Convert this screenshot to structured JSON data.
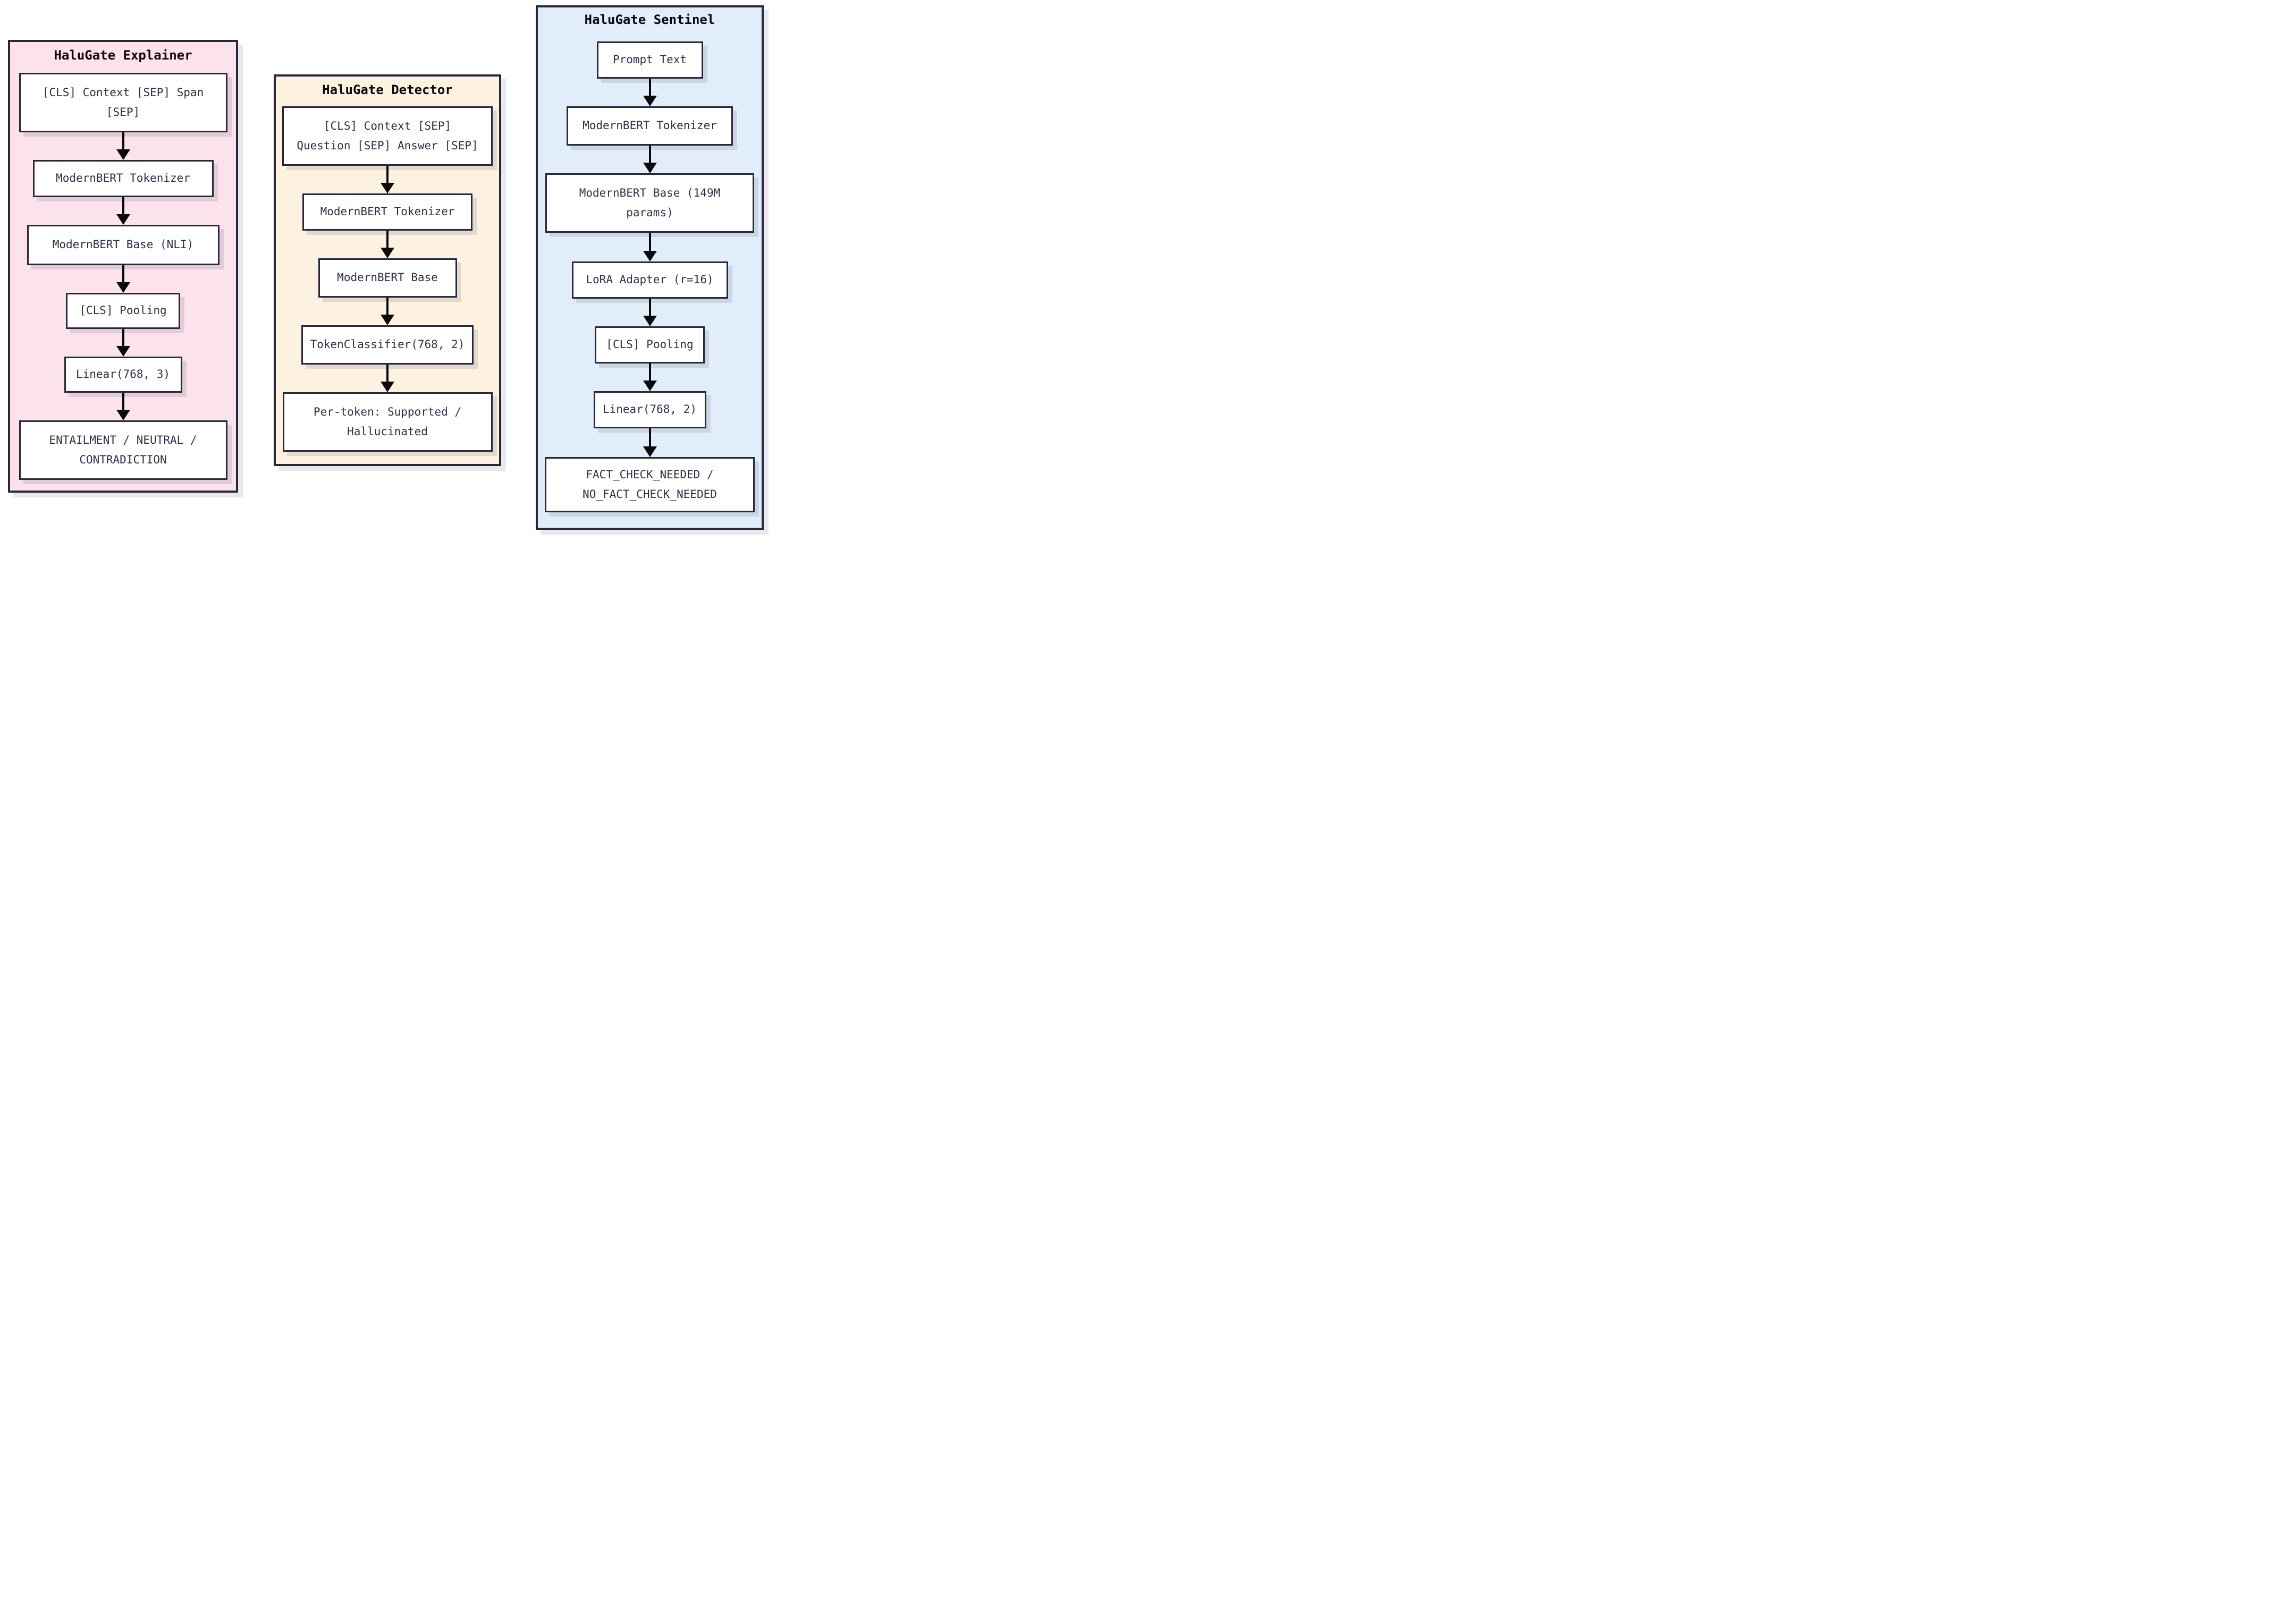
{
  "page": {
    "background": "#ffffff"
  },
  "colors": {
    "column_border": "#272740",
    "node_border": "#272740",
    "node_background": "#ffffff",
    "node_text": "#2f2f4d",
    "title_text": "#07070c",
    "arrow": "#0a0a0a",
    "explainer_background": "#fce2eb",
    "detector_background": "#fdf1e0",
    "sentinel_background": "#e1eefa"
  },
  "columns": [
    {
      "id": "explainer",
      "title": "HaluGate Explainer",
      "bg": "#fce2eb",
      "nodes": [
        "[CLS] Context [SEP] Span [SEP]",
        "ModernBERT Tokenizer",
        "ModernBERT Base (NLI)",
        "[CLS] Pooling",
        "Linear(768, 3)",
        "ENTAILMENT / NEUTRAL / CONTRADICTION"
      ]
    },
    {
      "id": "detector",
      "title": "HaluGate Detector",
      "bg": "#fdf1e0",
      "nodes": [
        "[CLS] Context [SEP] Question [SEP] Answer [SEP]",
        "ModernBERT Tokenizer",
        "ModernBERT Base",
        "TokenClassifier(768, 2)",
        "Per-token: Supported / Hallucinated"
      ]
    },
    {
      "id": "sentinel",
      "title": "HaluGate Sentinel",
      "bg": "#e1eefa",
      "nodes": [
        "Prompt Text",
        "ModernBERT Tokenizer",
        "ModernBERT Base (149M params)",
        "LoRA Adapter (r=16)",
        "[CLS] Pooling",
        "Linear(768, 2)",
        "FACT_CHECK_NEEDED / NO_FACT_CHECK_NEEDED"
      ]
    }
  ]
}
